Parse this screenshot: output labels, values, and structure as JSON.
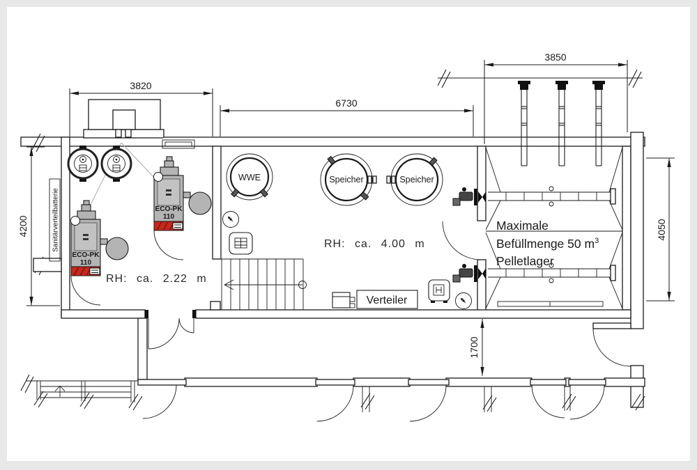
{
  "drawing": {
    "type": "heating-plant-floor-plan",
    "dimensions_mm": {
      "top_left_width": "3820",
      "hall_width": "6730",
      "pellet_store_width": "3850",
      "left_height": "4200",
      "right_height": "4050",
      "corridor_depth": "1700"
    },
    "rooms": {
      "boiler_room_clearance": "RH: ca. 2.22 m",
      "hall_clearance": "RH: ca. 4.00 m",
      "pellet_note_line1": "Maximale",
      "pellet_note_line2": "Befüllmenge 50 m",
      "pellet_note_sup": "3",
      "pellet_note_line3": "Pelletlager"
    },
    "equipment": {
      "hot_water_tank": "WWE",
      "buffer_tank_1": "Speicher",
      "buffer_tank_2": "Speicher",
      "distributor": "Verteiler",
      "sanitary_manifold": "Sanitärverteilbatterie",
      "boiler_1_model_line1": "ECO-PK",
      "boiler_1_model_line2": "110",
      "boiler_2_model_line1": "ECO-PK",
      "boiler_2_model_line2": "110"
    },
    "colors": {
      "line": "#1a1a1a",
      "equipment_gray": "#b4b4b4",
      "boiler_door_red": "#c5281c",
      "canvas": "#ffffff",
      "page_background": "#e8e8e8"
    }
  }
}
